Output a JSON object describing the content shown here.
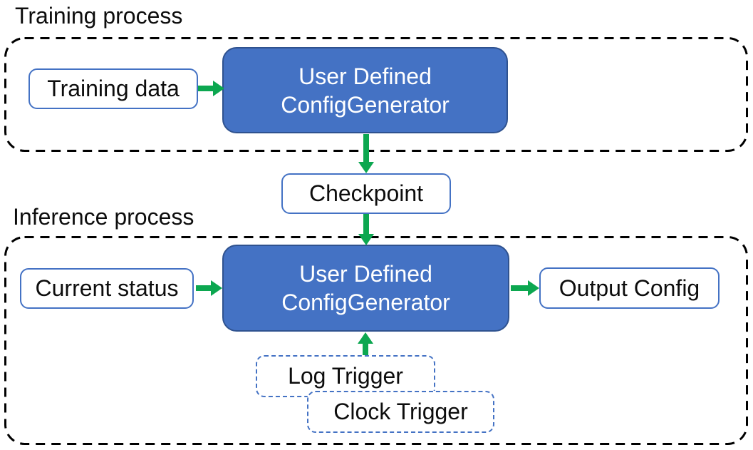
{
  "training": {
    "label": "Training process",
    "training_data": "Training data",
    "generator_line1": "User Defined",
    "generator_line2": "ConfigGenerator"
  },
  "checkpoint": {
    "label": "Checkpoint"
  },
  "inference": {
    "label": "Inference process",
    "current_status": "Current status",
    "generator_line1": "User Defined",
    "generator_line2": "ConfigGenerator",
    "output_config": "Output Config",
    "log_trigger": "Log Trigger",
    "clock_trigger": "Clock Trigger"
  },
  "edges": [
    {
      "from": "Training data",
      "to": "User Defined ConfigGenerator (training)"
    },
    {
      "from": "User Defined ConfigGenerator (training)",
      "to": "Checkpoint"
    },
    {
      "from": "Checkpoint",
      "to": "User Defined ConfigGenerator (inference)"
    },
    {
      "from": "Current status",
      "to": "User Defined ConfigGenerator (inference)"
    },
    {
      "from": "User Defined ConfigGenerator (inference)",
      "to": "Output Config"
    },
    {
      "from": "Log Trigger / Clock Trigger",
      "to": "User Defined ConfigGenerator (inference)"
    }
  ],
  "colors": {
    "node_fill": "#4472C4",
    "node_border": "#2F528F",
    "box_border": "#4472C4",
    "trigger_border": "#4472C4",
    "arrow": "#0CA750",
    "container_border": "#000000",
    "text_dark": "#0d0d0d",
    "text_light": "#ffffff"
  }
}
